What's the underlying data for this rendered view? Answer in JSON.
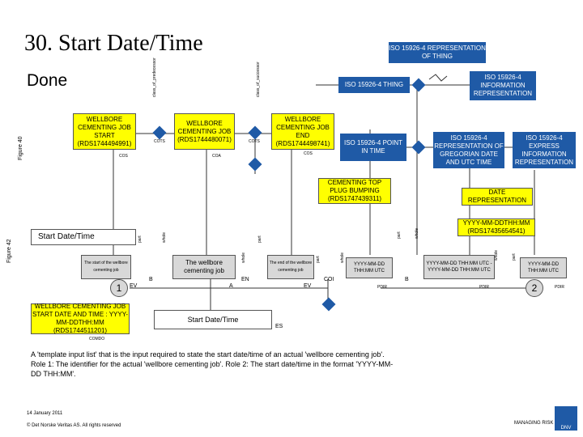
{
  "header": {
    "title": "30. Start Date/Time",
    "done": "Done",
    "iso_rep_thing": "ISO 15926-4 REPRESENTATION OF THING"
  },
  "diagram": {
    "start_box": "WELLBORE CEMENTING JOB START (RDS1744494991)",
    "wce_job": "WELLBORE CEMENTING JOB (RDS1744480071)",
    "end_box": "WELLBORE CEMENTING JOB END (RDS1744498741)",
    "iso_thing": "ISO 15926-4 THING",
    "iso_info_rep": "ISO 15926-4 INFORMATION REPRESENTATION",
    "iso_point_in_time": "ISO 15926-4 POINT IN TIME",
    "iso_rep_gregorian": "ISO 15926-4 REPRESENTATION OF GREGORIAN DATE AND UTC TIME",
    "iso_express_info": "ISO 15926-4 EXPRESS INFORMATION REPRESENTATION",
    "cementing_top": "CEMENTING TOP PLUG BUMPING (RDS1747439311)",
    "date_rep": "DATE REPRESENTATION",
    "yyyy_box": "YYYY-MM-DDTHH:MM (RDS17435654541)",
    "start_datetime_label": "Start Date/Time",
    "start_of_text": "The start of the wellbore cementing job",
    "wellbore_cementing_job_text": "The wellbore cementing job",
    "end_of_text": "The end of the wellbore cementing job",
    "yyyy_mm_dd_1": "YYYY-MM-DD THH:MM UTC",
    "yyyy_range": "YYYY-MM-DD THH:MM UTC - YYYY-MM-DD THH:MM UTC",
    "yyyy_mm_dd_2": "YYYY-MM-DD THH:MM UTC",
    "circle_1": "1",
    "circle_2": "2",
    "wce_start_datetime": "WELLBORE CEMENTING JOB START DATE AND TIME : YYYY-MM-DDTHH:MM (RDS1744511201)",
    "bottom_start_label": "Start Date/Time",
    "labels": {
      "class_of_predecessor": "class_of_predecessor",
      "class_of_successor": "class_of_successor",
      "figure_40": "Figure 40",
      "figure_42": "Figure 42",
      "cots_1": "COTS",
      "cots_2": "COTS",
      "cos_1": "COS",
      "coa": "COA",
      "cos_2": "COS",
      "part_1": "part",
      "whole_1": "whole",
      "whole_2": "whole",
      "part_2": "part",
      "part_3": "part",
      "whole_3": "whole",
      "part_4": "part",
      "whole_4": "whole",
      "whole_5": "whole",
      "part_5": "part",
      "b_1": "B",
      "b_2": "B",
      "ev_1": "EV",
      "a": "A",
      "en": "EN",
      "ev_2": "EV",
      "coi": "COI",
      "pdir_1": "PDIR",
      "pdir_2": "PDIR",
      "pdir_3": "PDIR",
      "comdo": "COMDO",
      "es": "ES"
    }
  },
  "note": "A 'template input list' that is the input required to state the start date/time of an actual 'wellbore cementing job'. Role 1: The identifier for the actual 'wellbore cementing job'. Role 2: The start date/time in the format 'YYYY-MM-DD THH:MM'.",
  "footer": {
    "date": "14 January 2011",
    "copyright": "© Det Norske Veritas AS. All rights reserved",
    "managing_risk": "MANAGING RISK",
    "dnv": "DNV"
  },
  "colors": {
    "yellow": "#ffff00",
    "blue": "#1f5aa6",
    "gray": "#d8d8d8"
  }
}
